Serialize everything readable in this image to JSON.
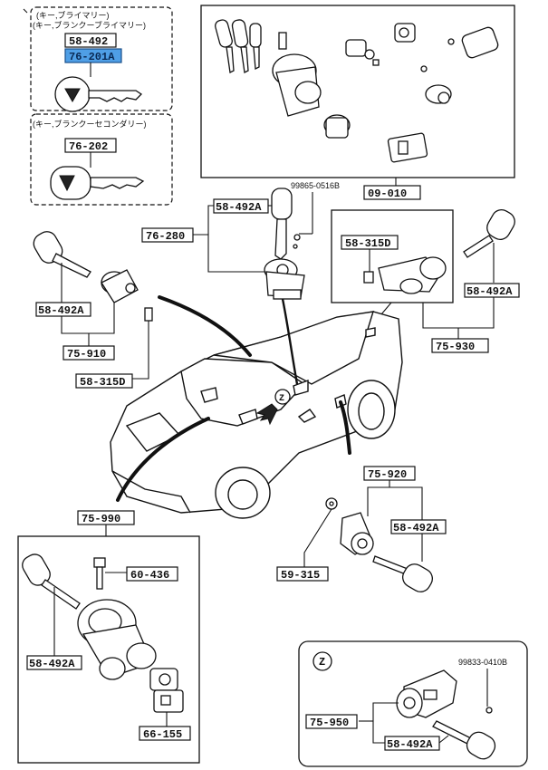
{
  "notes": {
    "primary_group": "(キー,ブライマリー)",
    "primary_group_sub": "(キー,ブランクーブライマリー)",
    "secondary_group": "(キー,ブランクーセコンダリー)",
    "bolt_top": "99865-0516B",
    "bolt_bottom": "99833-0410B",
    "variant_mark": "Z"
  },
  "labels": {
    "l58_492_top": "58-492",
    "l76_201a": "76-201A",
    "l76_202": "76-202",
    "l09_010": "09-010",
    "l58_492a_ign": "58-492A",
    "l76_280": "76-280",
    "l58_315d_r": "58-315D",
    "l58_492a_r": "58-492A",
    "l75_930": "75-930",
    "l58_492a_l": "58-492A",
    "l75_910": "75-910",
    "l58_315d_l": "58-315D",
    "l75_920": "75-920",
    "l58_492a_door": "58-492A",
    "l59_315": "59-315",
    "l75_990": "75-990",
    "l60_436": "60-436",
    "l58_492a_col": "58-492A",
    "l66_155": "66-155",
    "l75_950": "75-950",
    "l58_492a_z": "58-492A"
  },
  "colors": {
    "highlight": "#4f9fe6",
    "ink": "#111111"
  }
}
